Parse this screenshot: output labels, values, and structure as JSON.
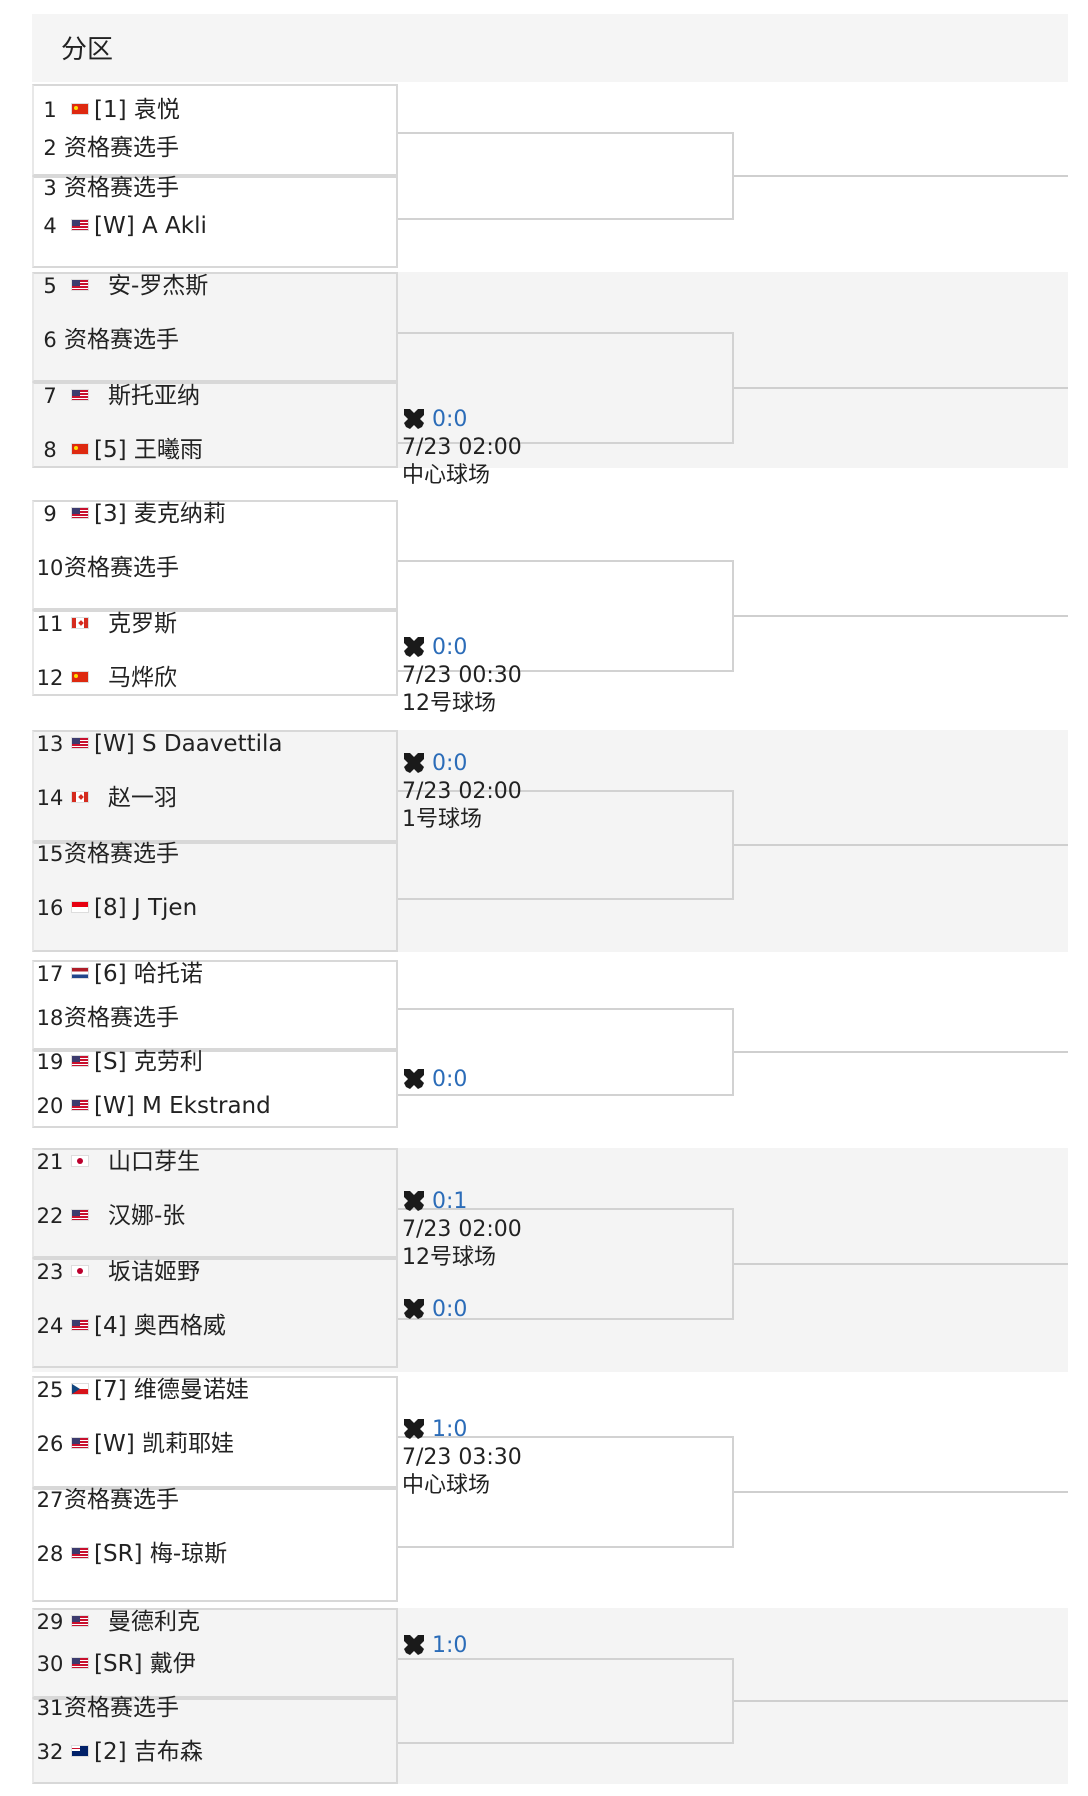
{
  "header": {
    "title": "分区"
  },
  "icons": {
    "versus": "versus-swords-icon"
  },
  "colors": {
    "score": "#2b6cb8",
    "line": "#d2d2d2",
    "band_gray": "#f4f4f4"
  },
  "sections": [
    {
      "players": [
        {
          "num": "1",
          "flag": "cn",
          "name": "[1] 袁悦"
        },
        {
          "num": "2",
          "flag": "",
          "name": "资格赛选手"
        },
        {
          "num": "3",
          "flag": "",
          "name": "资格赛选手"
        },
        {
          "num": "4",
          "flag": "us",
          "name": "[W] A Akli"
        }
      ],
      "matches": []
    },
    {
      "players": [
        {
          "num": "5",
          "flag": "us",
          "name": "安-罗杰斯"
        },
        {
          "num": "6",
          "flag": "",
          "name": "资格赛选手"
        },
        {
          "num": "7",
          "flag": "us",
          "name": "斯托亚纳"
        },
        {
          "num": "8",
          "flag": "cn",
          "name": "[5] 王曦雨"
        }
      ],
      "matches": [
        {
          "score": "0:0",
          "time": "7/23 02:00",
          "court": "中心球场"
        }
      ]
    },
    {
      "players": [
        {
          "num": "9",
          "flag": "us",
          "name": "[3] 麦克纳莉"
        },
        {
          "num": "10",
          "flag": "",
          "name": "资格赛选手"
        },
        {
          "num": "11",
          "flag": "ca",
          "name": "克罗斯"
        },
        {
          "num": "12",
          "flag": "cn",
          "name": "马烨欣"
        }
      ],
      "matches": [
        {
          "score": "0:0",
          "time": "7/23 00:30",
          "court": "12号球场"
        }
      ]
    },
    {
      "players": [
        {
          "num": "13",
          "flag": "us",
          "name": "[W] S Daavettila"
        },
        {
          "num": "14",
          "flag": "ca",
          "name": "赵一羽"
        },
        {
          "num": "15",
          "flag": "",
          "name": "资格赛选手"
        },
        {
          "num": "16",
          "flag": "id",
          "name": "[8] J Tjen"
        }
      ],
      "matches": [
        {
          "score": "0:0",
          "time": "7/23 02:00",
          "court": "1号球场"
        }
      ]
    },
    {
      "players": [
        {
          "num": "17",
          "flag": "nl",
          "name": "[6] 哈托诺"
        },
        {
          "num": "18",
          "flag": "",
          "name": "资格赛选手"
        },
        {
          "num": "19",
          "flag": "us",
          "name": "[S] 克劳利"
        },
        {
          "num": "20",
          "flag": "us",
          "name": "[W] M Ekstrand"
        }
      ],
      "matches": [
        {
          "score": "0:0",
          "time": "",
          "court": ""
        }
      ]
    },
    {
      "players": [
        {
          "num": "21",
          "flag": "jp",
          "name": "山口芽生"
        },
        {
          "num": "22",
          "flag": "us",
          "name": "汉娜-张"
        },
        {
          "num": "23",
          "flag": "jp",
          "name": "坂诘姬野"
        },
        {
          "num": "24",
          "flag": "us",
          "name": "[4] 奥西格威"
        }
      ],
      "matches": [
        {
          "score": "0:1",
          "time": "7/23 02:00",
          "court": "12号球场"
        },
        {
          "score": "0:0",
          "time": "",
          "court": ""
        }
      ]
    },
    {
      "players": [
        {
          "num": "25",
          "flag": "cz",
          "name": "[7] 维德曼诺娃"
        },
        {
          "num": "26",
          "flag": "us",
          "name": "[W] 凯莉耶娃"
        },
        {
          "num": "27",
          "flag": "",
          "name": "资格赛选手"
        },
        {
          "num": "28",
          "flag": "us",
          "name": "[SR] 梅-琼斯"
        }
      ],
      "matches": [
        {
          "score": "1:0",
          "time": "7/23 03:30",
          "court": "中心球场"
        }
      ]
    },
    {
      "players": [
        {
          "num": "29",
          "flag": "us",
          "name": "曼德利克"
        },
        {
          "num": "30",
          "flag": "us",
          "name": "[SR] 戴伊"
        },
        {
          "num": "31",
          "flag": "",
          "name": "资格赛选手"
        },
        {
          "num": "32",
          "flag": "au",
          "name": "[2] 吉布森"
        }
      ],
      "matches": [
        {
          "score": "1:0",
          "time": "",
          "court": ""
        }
      ]
    }
  ]
}
